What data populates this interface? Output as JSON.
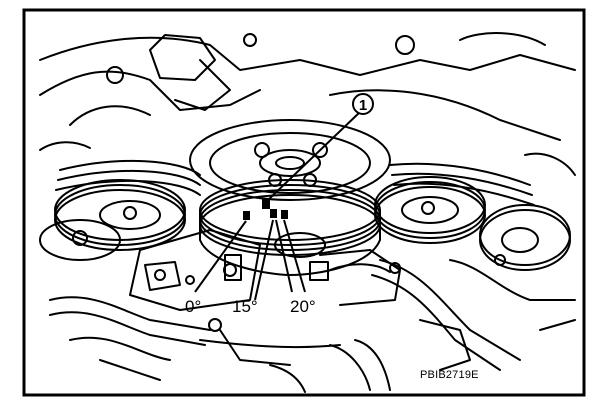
{
  "figure": {
    "callout_number": "1",
    "timing_marks": [
      {
        "label": "0°"
      },
      {
        "label": "15°"
      },
      {
        "label": "20°"
      }
    ],
    "figure_code": "PBIB2719E",
    "colors": {
      "ink": "#000000",
      "background": "#ffffff"
    }
  }
}
